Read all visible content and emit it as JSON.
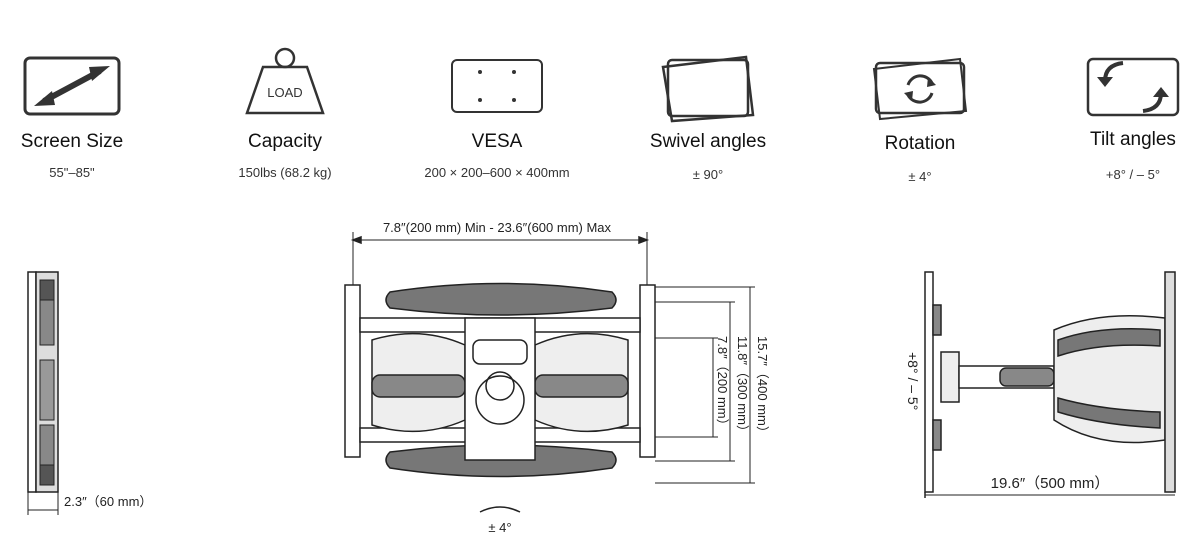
{
  "specs": [
    {
      "title": "Screen Size",
      "value": "55\"–85\"",
      "icon": "diagonal-arrow-icon"
    },
    {
      "title": "Capacity",
      "value": "150lbs (68.2 kg)",
      "icon": "weight-icon",
      "icon_text": "LOAD"
    },
    {
      "title": "VESA",
      "value": "200 × 200–600 × 400mm",
      "icon": "vesa-plate-icon"
    },
    {
      "title": "Swivel angles",
      "value": "± 90°",
      "icon": "swivel-icon"
    },
    {
      "title": "Rotation",
      "value": "± 4°",
      "icon": "rotation-icon"
    },
    {
      "title": "Tilt angles",
      "value": "+8°   / – 5°",
      "icon": "tilt-icon"
    }
  ],
  "dimensions": {
    "width_range": "7.8″(200 mm) Min - 23.6″(600 mm) Max",
    "height_400": "15.7″（400 mm）",
    "height_300": "11.8″（300 mm）",
    "height_200": "7.8″（200 mm）",
    "rotation": "± 4°",
    "wall_depth": "2.3″（60 mm）",
    "extension": "19.6″（500 mm）",
    "tilt": "+8°  /  – 5°"
  }
}
